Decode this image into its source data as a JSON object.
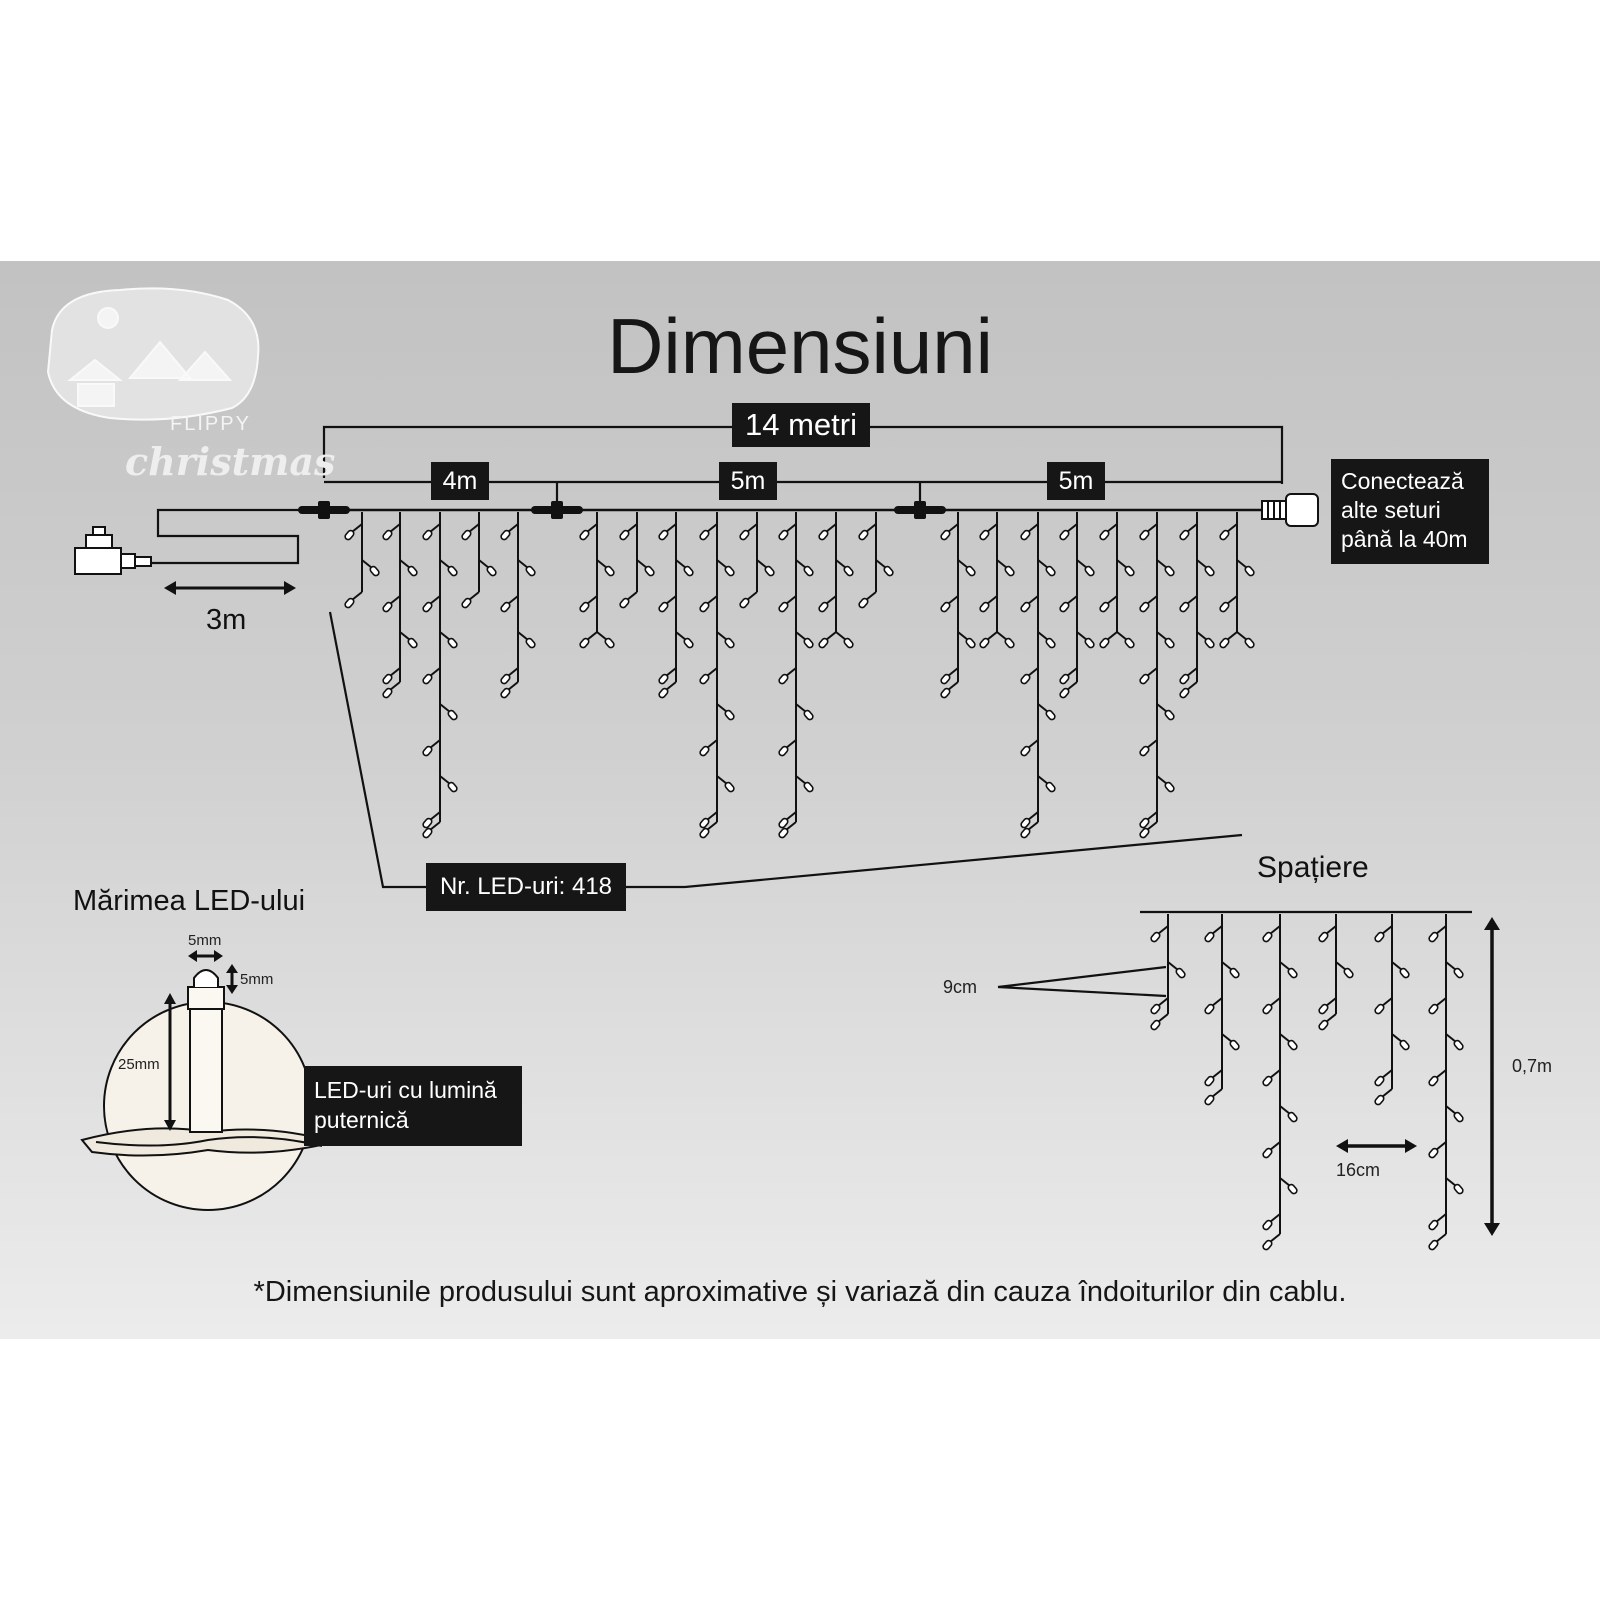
{
  "title": "Dimensiuni",
  "dimensions": {
    "total_length": "14 metri",
    "segments": [
      "4m",
      "5m",
      "5m"
    ],
    "lead_cable": "3m"
  },
  "connect_note": "Conectează alte seturi până la 40m",
  "led_count_label": "Nr. LED-uri: 418",
  "led_size": {
    "heading": "Mărimea LED-ului",
    "width": "5mm",
    "height": "5mm",
    "stem": "25mm",
    "description": "LED-uri cu lumină puternică"
  },
  "spacing": {
    "heading": "Spațiere",
    "vertical_gap": "9cm",
    "horizontal_gap": "16cm",
    "drop_length": "0,7m"
  },
  "footnote": "*Dimensiunile produsului sunt aproximative și variază din cauza îndoiturilor din cablu.",
  "logo": {
    "brand": "FLIPPY",
    "script": "christmas"
  },
  "colors": {
    "background_top": "#c2c2c2",
    "background_bottom": "#ececec",
    "ink": "#161616",
    "label_bg": "#161616",
    "label_text": "#ffffff"
  },
  "icons": [
    "power-adapter-icon",
    "connector-icon",
    "end-plug-icon",
    "led-bulb-icon"
  ]
}
